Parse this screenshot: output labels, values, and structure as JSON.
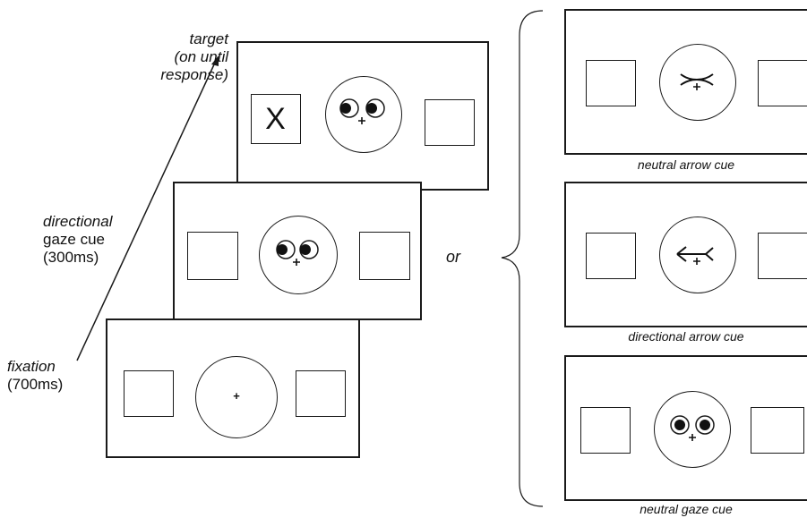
{
  "sequence": {
    "stages": [
      {
        "label_line1": "fixation",
        "label_line2": "(700ms)"
      },
      {
        "label_line1": "directional",
        "label_line2": "gaze cue",
        "label_line3": "(300ms)"
      },
      {
        "label_line1": "target",
        "label_line2": "(on until",
        "label_line3": "response)"
      }
    ],
    "target_symbol": "X"
  },
  "connector": {
    "text": "or"
  },
  "alternatives": [
    {
      "caption": "neutral arrow cue"
    },
    {
      "caption": "directional arrow cue"
    },
    {
      "caption": "neutral gaze cue"
    }
  ]
}
